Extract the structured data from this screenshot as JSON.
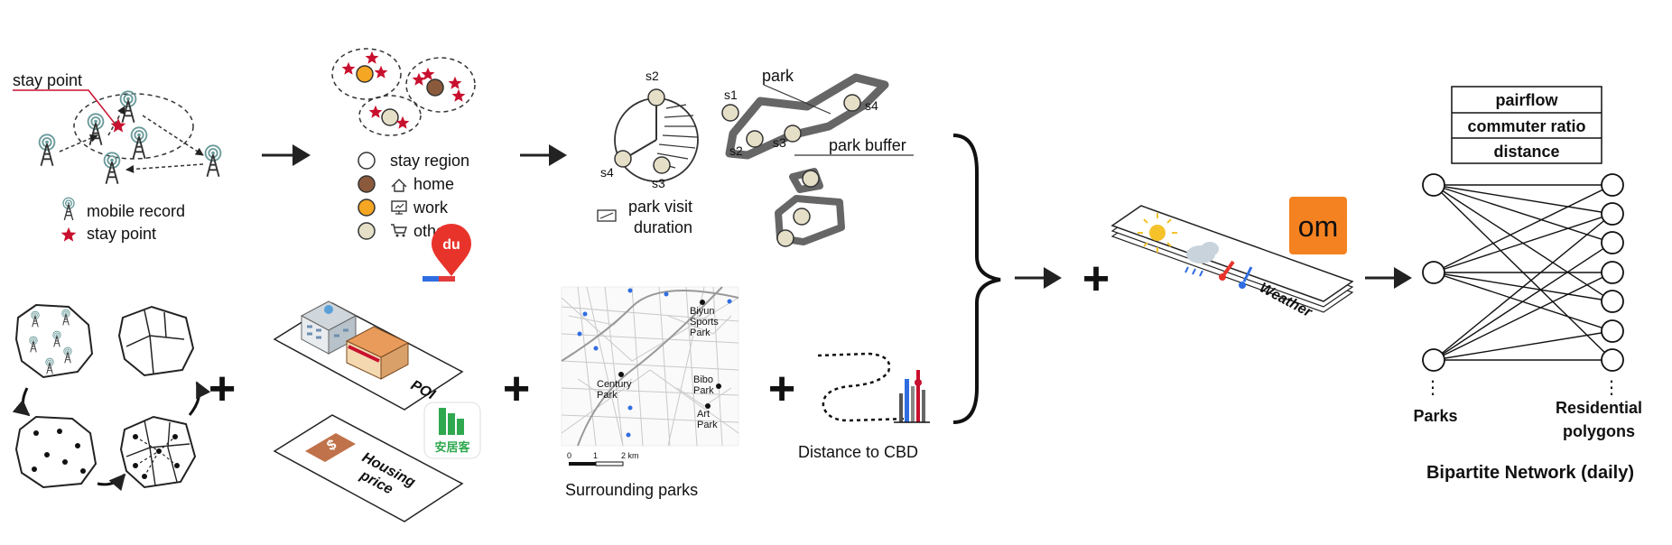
{
  "stay_point_panel": {
    "callout": "stay point",
    "legend_mobile": "mobile record",
    "legend_stay": "stay point"
  },
  "region_panel": {
    "stay_region": "stay region",
    "home": "home",
    "work": "work",
    "other": "other"
  },
  "visit_panel": {
    "s1": "s1",
    "s2": "s2",
    "s3": "s3",
    "s4": "s4",
    "duration_line1": "park visit",
    "duration_line2": "duration",
    "park": "park",
    "park_buffer": "park buffer"
  },
  "poi_panel": {
    "poi_label": "POI",
    "map_logo": "du",
    "housing_line1": "Housing",
    "housing_line2": "price",
    "anjuke": "安居客"
  },
  "parks_panel": {
    "caption": "Surrounding parks",
    "parks": [
      {
        "line1": "Biyun",
        "line2": "Sports",
        "line3": "Park"
      },
      {
        "line1": "Century",
        "line2": "Park",
        "line3": ""
      },
      {
        "line1": "Bibo",
        "line2": "Park",
        "line3": ""
      },
      {
        "line1": "Art",
        "line2": "Park",
        "line3": ""
      }
    ],
    "scale": {
      "zero": "0",
      "one": "1",
      "two": "2 km"
    }
  },
  "cbd_panel": {
    "caption": "Distance to CBD"
  },
  "weather_panel": {
    "label": "Weather",
    "logo": "om",
    "logo_color": "#f58220"
  },
  "table": {
    "rows": [
      "pairflow",
      "commuter ratio",
      "distance"
    ]
  },
  "bipartite": {
    "left_label": "Parks",
    "right_line1": "Residential",
    "right_line2": "polygons",
    "title": "Bipartite Network (daily)",
    "ellipsis": "⋮"
  },
  "operators": {
    "plus": "+"
  },
  "colors": {
    "accent_red": "#c8102e",
    "home": "#8b5a3c",
    "work": "#f5a623",
    "other": "#e6dfc8",
    "anjuke": "#2fa84f"
  }
}
